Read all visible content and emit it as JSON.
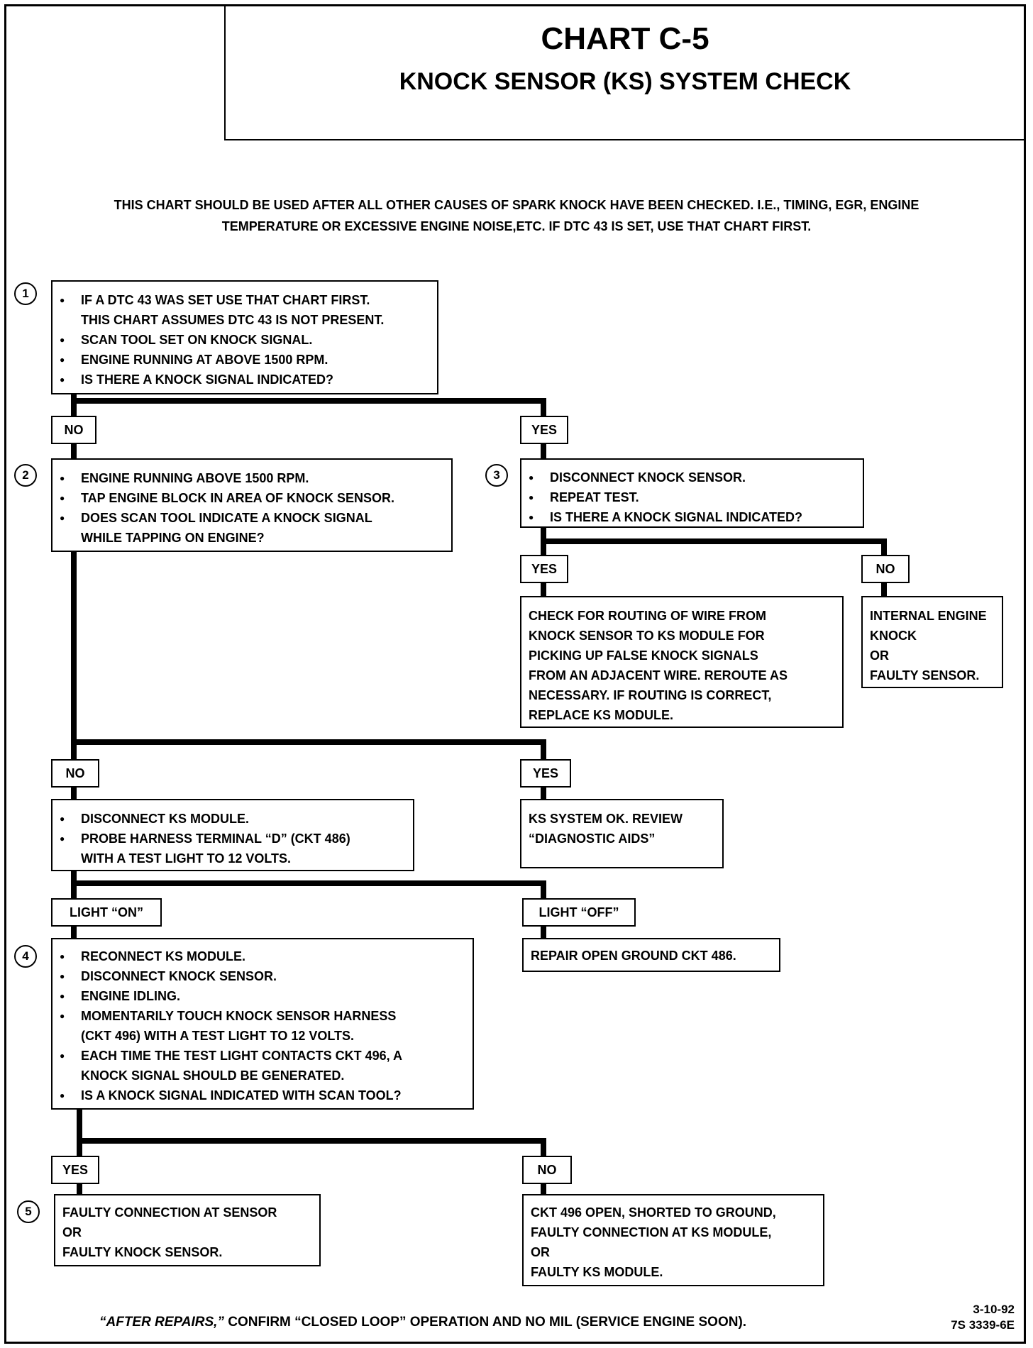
{
  "header": {
    "title": "CHART C-5",
    "subtitle": "KNOCK SENSOR (KS) SYSTEM CHECK"
  },
  "intro": {
    "line1": "THIS CHART SHOULD BE USED AFTER ALL OTHER CAUSES OF SPARK KNOCK HAVE BEEN CHECKED.  I.E., TIMING, EGR, ENGINE",
    "line2": "TEMPERATURE OR EXCESSIVE ENGINE NOISE,ETC.  IF DTC 43 IS SET, USE THAT CHART FIRST."
  },
  "steps": {
    "step1": {
      "number": "1",
      "items": [
        "IF A DTC 43 WAS SET USE THAT CHART FIRST.",
        "SCAN TOOL SET ON KNOCK SIGNAL.",
        "ENGINE RUNNING AT ABOVE 1500 RPM.",
        "IS THERE A KNOCK SIGNAL INDICATED?"
      ],
      "item1_cont": "THIS CHART ASSUMES DTC 43 IS NOT PRESENT."
    },
    "step2": {
      "number": "2",
      "items": [
        "ENGINE RUNNING ABOVE 1500 RPM.",
        "TAP ENGINE BLOCK IN AREA OF KNOCK SENSOR.",
        "DOES SCAN TOOL INDICATE A KNOCK SIGNAL"
      ],
      "item3_cont": "WHILE TAPPING ON ENGINE?"
    },
    "step3": {
      "number": "3",
      "items": [
        "DISCONNECT KNOCK SENSOR.",
        "REPEAT TEST.",
        "IS THERE A KNOCK SIGNAL INDICATED?"
      ]
    },
    "disconnect_ks": {
      "items": [
        "DISCONNECT KS MODULE.",
        "PROBE HARNESS TERMINAL “D” (CKT 486)"
      ],
      "item2_cont": "WITH A TEST LIGHT TO 12 VOLTS."
    },
    "step4": {
      "number": "4",
      "items": [
        "RECONNECT KS MODULE.",
        "DISCONNECT KNOCK SENSOR.",
        "ENGINE IDLING.",
        "MOMENTARILY TOUCH KNOCK SENSOR HARNESS",
        "EACH TIME THE TEST LIGHT CONTACTS CKT 496, A",
        "IS A KNOCK SIGNAL INDICATED WITH SCAN TOOL?"
      ],
      "item4_cont": "(CKT 496) WITH A TEST LIGHT TO 12 VOLTS.",
      "item5_cont": "KNOCK SIGNAL SHOULD BE GENERATED."
    },
    "step5": {
      "number": "5",
      "lines": [
        "FAULTY CONNECTION AT SENSOR",
        "OR",
        "FAULTY KNOCK SENSOR."
      ]
    }
  },
  "results": {
    "routing": [
      "CHECK FOR ROUTING OF WIRE FROM",
      "KNOCK SENSOR TO KS MODULE FOR",
      "PICKING UP FALSE KNOCK SIGNALS",
      "FROM AN ADJACENT WIRE.  REROUTE AS",
      "NECESSARY.  IF ROUTING IS CORRECT,",
      "REPLACE KS MODULE."
    ],
    "internal": [
      "INTERNAL ENGINE",
      "KNOCK",
      "OR",
      "FAULTY SENSOR."
    ],
    "ks_ok": [
      "KS SYSTEM OK.  REVIEW",
      "“DIAGNOSTIC AIDS”"
    ],
    "repair_ground": "REPAIR OPEN GROUND CKT 486.",
    "ckt496": [
      "CKT 496 OPEN, SHORTED TO GROUND,",
      "FAULTY CONNECTION AT KS MODULE,",
      "OR",
      "FAULTY KS MODULE."
    ]
  },
  "labels": {
    "no": "NO",
    "yes": "YES",
    "light_on": "LIGHT “ON”",
    "light_off": "LIGHT “OFF”"
  },
  "footer": {
    "after_repairs": "“AFTER REPAIRS,”",
    "note": " CONFIRM “CLOSED LOOP” OPERATION AND NO MIL (SERVICE ENGINE SOON).",
    "date": "3-10-92",
    "doc_code": "7S 3339-6E"
  }
}
